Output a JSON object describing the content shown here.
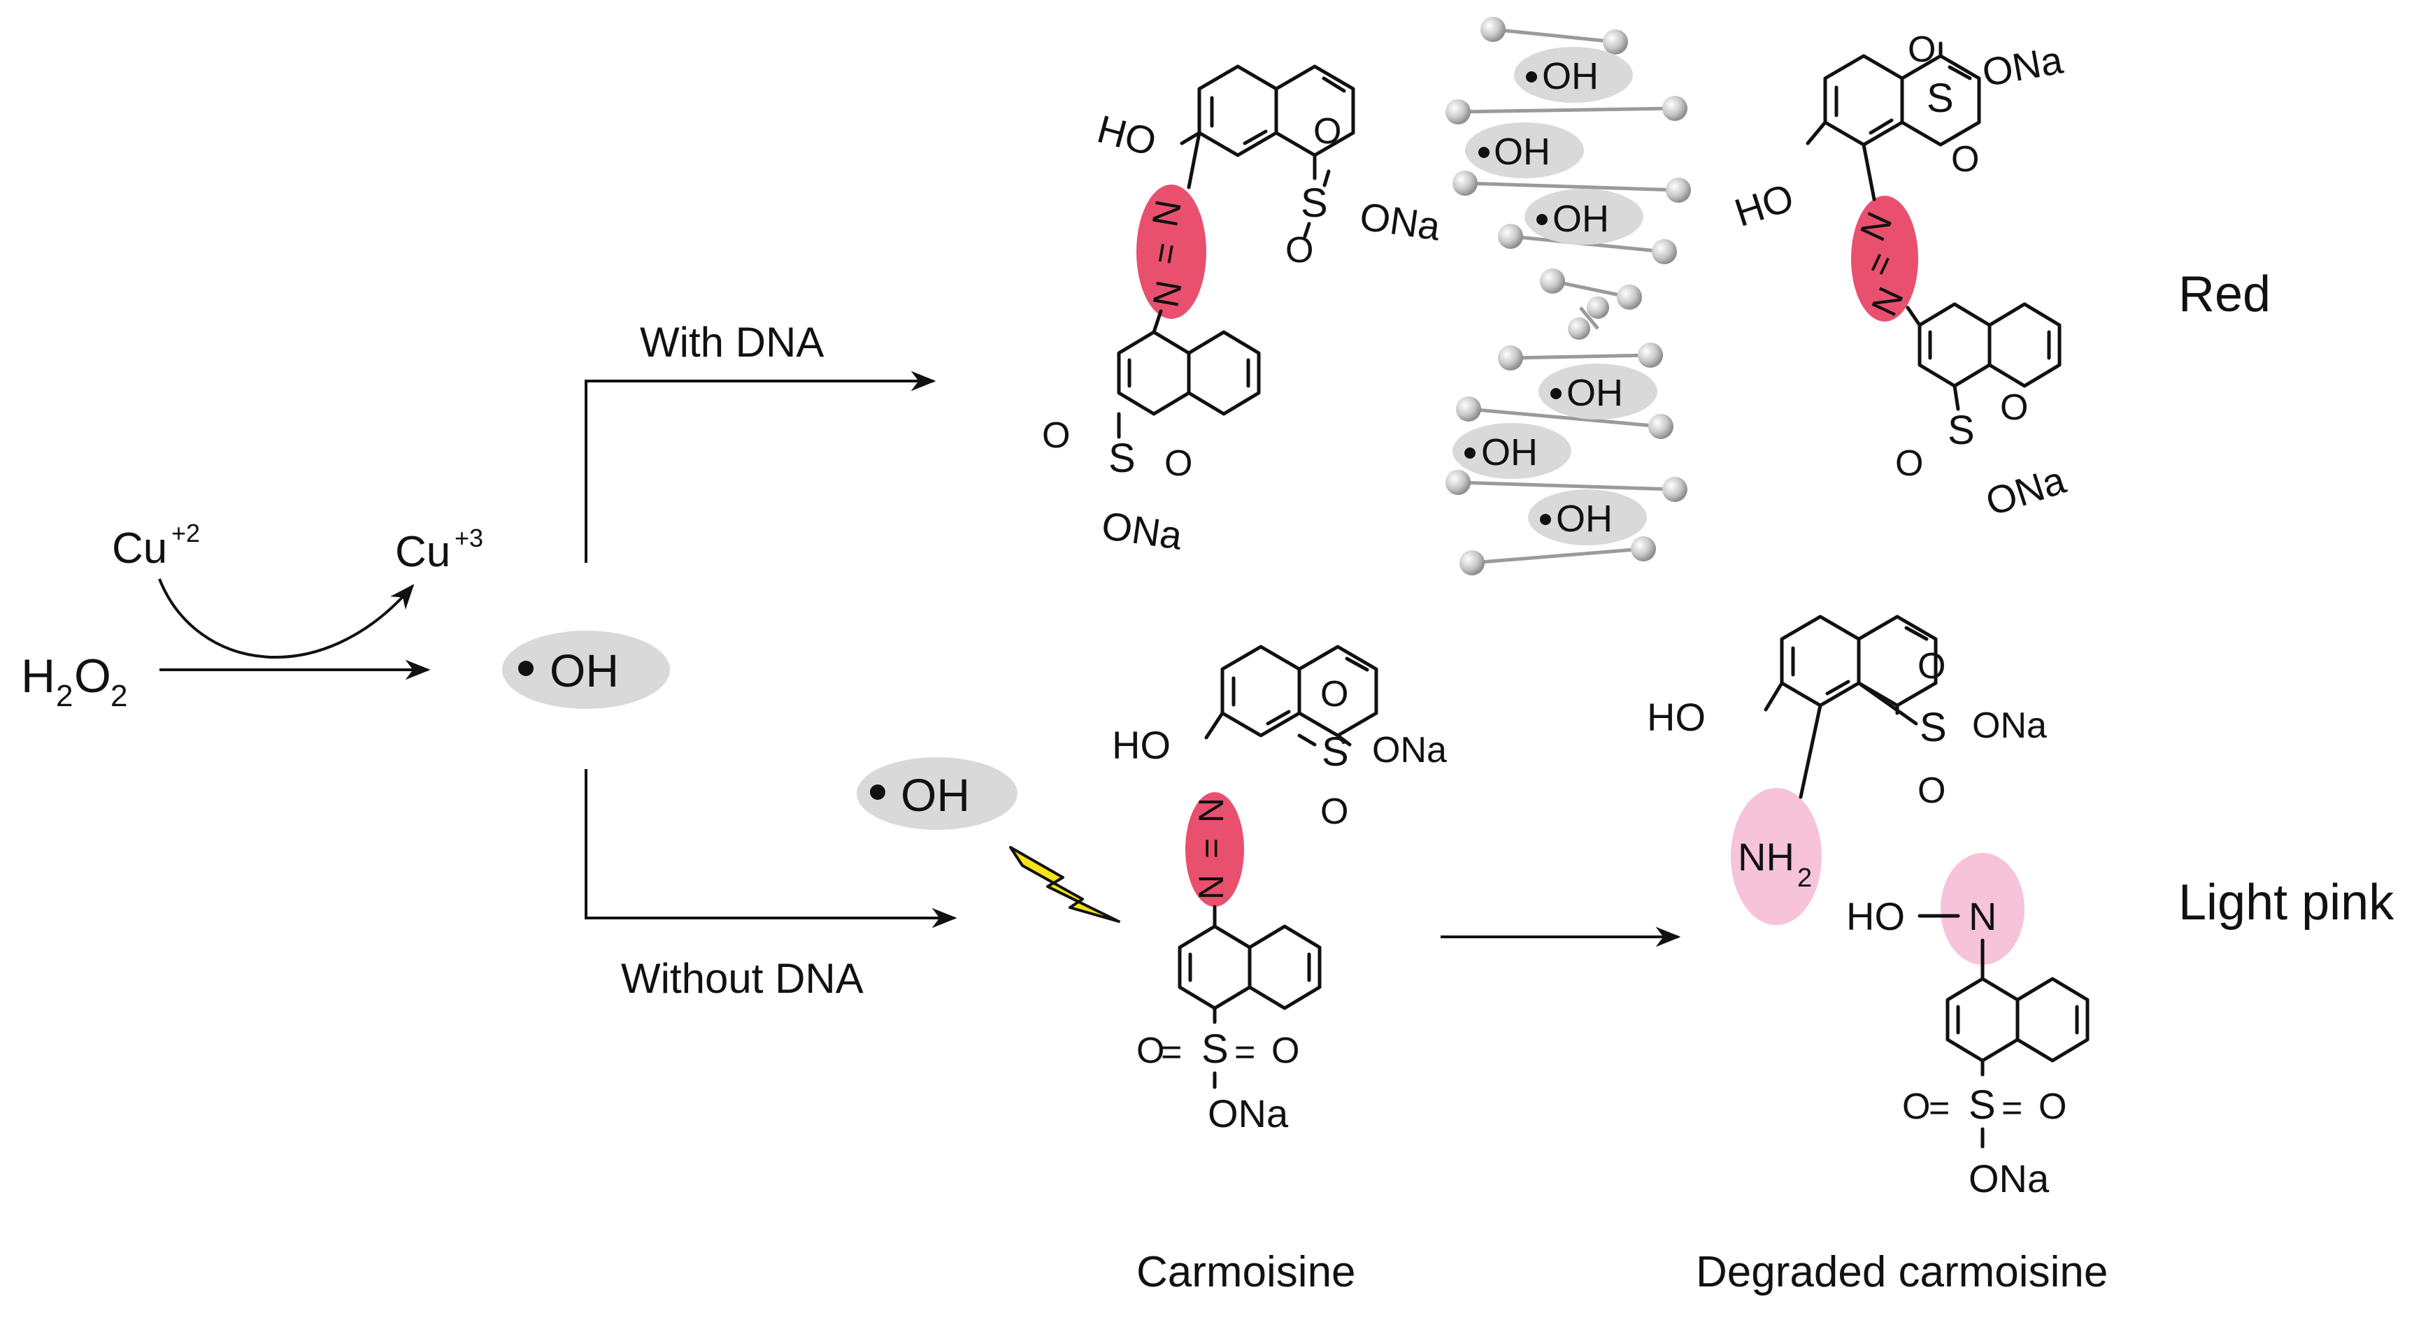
{
  "labels": {
    "h2o2": "H",
    "h2o2_sub1": "2",
    "h2o2_o": "O",
    "h2o2_sub2": "2",
    "cu2": "Cu",
    "cu2_sup": "+2",
    "cu3": "Cu",
    "cu3_sup": "+3",
    "radical_main": "OH",
    "radical_side": "OH",
    "with_dna": "With DNA",
    "without_dna": "Without DNA",
    "red": "Red",
    "light_pink": "Light pink",
    "carmoisine": "Carmoisine",
    "degraded": "Degraded carmoisine"
  },
  "dna_radicals": [
    "OH",
    "OH",
    "OH",
    "OH",
    "OH",
    "OH"
  ],
  "chem": {
    "ho": "HO",
    "n": "N",
    "eq": "=",
    "s": "S",
    "o": "O",
    "ona": "ONa",
    "nh2": "NH",
    "nh2_sub": "2",
    "ho_n": "HO"
  },
  "colors": {
    "azo": "#e8506e",
    "pink": "#f6c3d8",
    "radical_bg": "#d9d9d9",
    "bolt": "#f4e21a",
    "dna_ball": "#c8c8c8"
  },
  "icons": {
    "bolt": "lightning-bolt-icon"
  }
}
